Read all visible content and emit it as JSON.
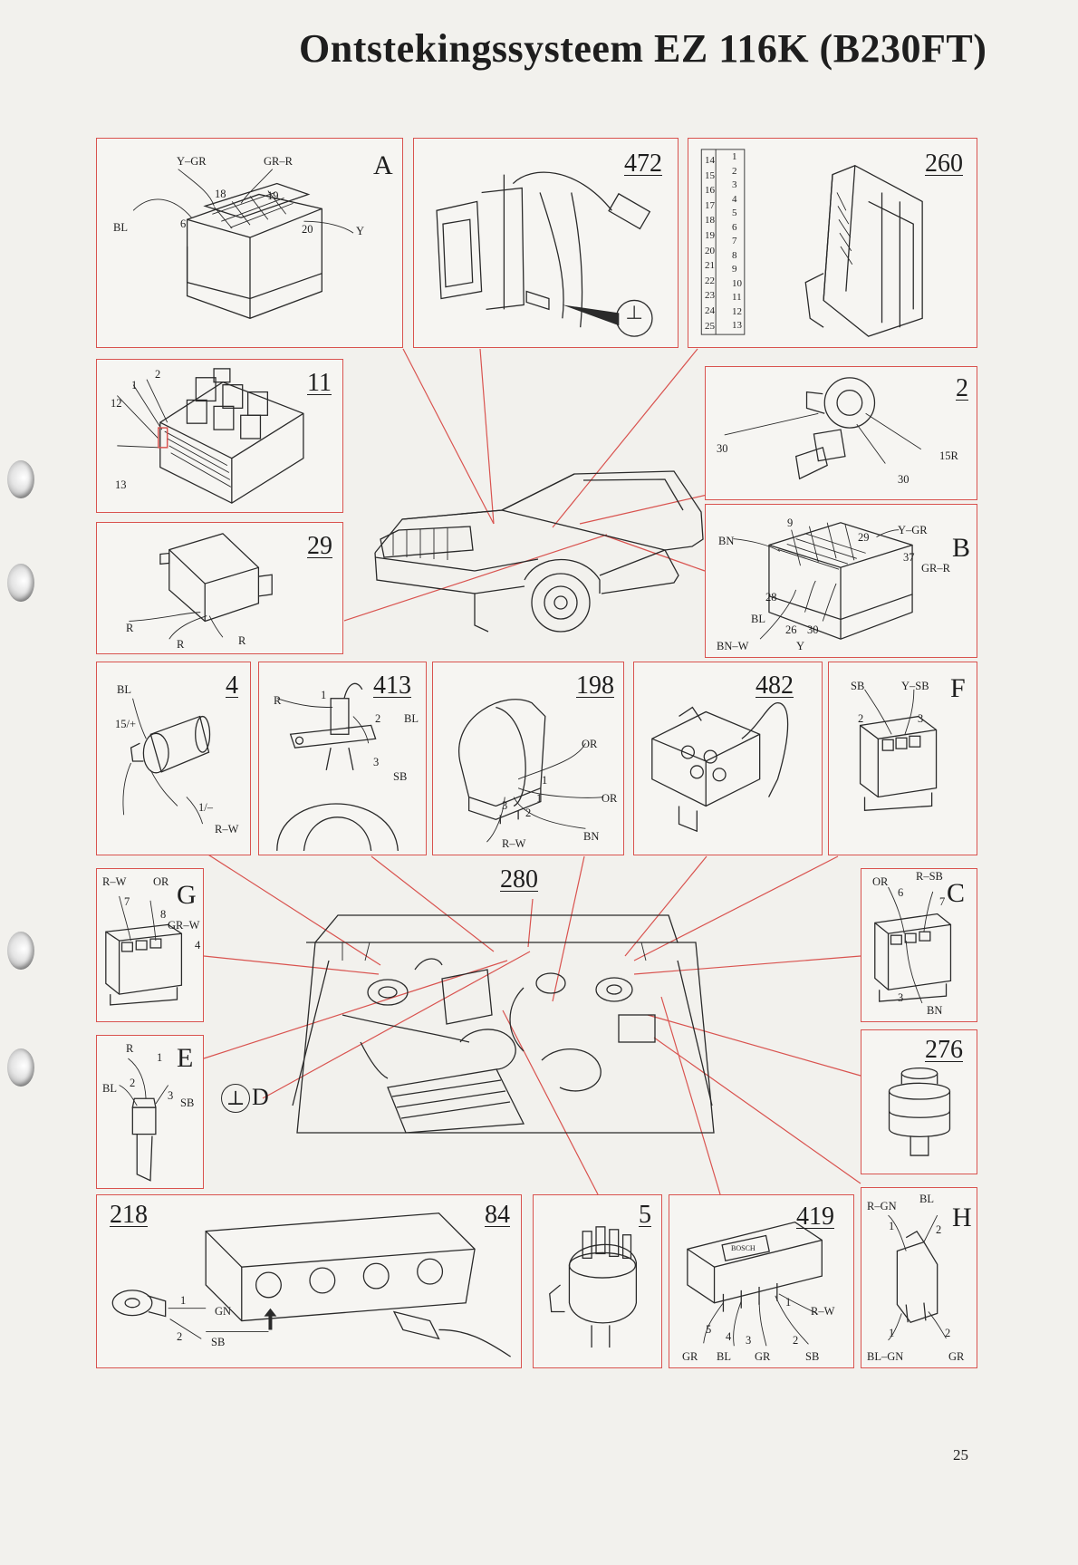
{
  "page": {
    "title": "Ontstekingssysteem EZ 116K (B230FT)",
    "page_number": "25"
  },
  "colors": {
    "leader": "#d9534f",
    "ink": "#2a2a2a",
    "paper": "#f2f1ed"
  },
  "panels": {
    "A": {
      "letter": "A",
      "labels": [
        "Y–GR",
        "GR–R",
        "18",
        "19",
        "BL",
        "6",
        "20",
        "Y"
      ]
    },
    "p472": {
      "number": "472"
    },
    "p260": {
      "number": "260",
      "pins_left": [
        "14",
        "15",
        "16",
        "17",
        "18",
        "19",
        "20",
        "21",
        "22",
        "23",
        "24",
        "25"
      ],
      "pins_right": [
        "1",
        "2",
        "3",
        "4",
        "5",
        "6",
        "7",
        "8",
        "9",
        "10",
        "11",
        "12",
        "13"
      ]
    },
    "p11": {
      "number": "11",
      "labels": [
        "1",
        "2",
        "12",
        "13"
      ]
    },
    "p2": {
      "number": "2",
      "labels": [
        "30",
        "15R",
        "30"
      ]
    },
    "p29": {
      "number": "29",
      "labels": [
        "R",
        "R",
        "R"
      ]
    },
    "B": {
      "letter": "B",
      "labels": [
        "9",
        "BN",
        "29",
        "Y–GR",
        "37",
        "GR–R",
        "28",
        "BL",
        "26",
        "30",
        "BN–W",
        "Y"
      ]
    },
    "p4": {
      "number": "4",
      "labels": [
        "BL",
        "15/+",
        "1/–",
        "R–W"
      ]
    },
    "p413": {
      "number": "413",
      "labels": [
        "R",
        "1",
        "2",
        "BL",
        "3",
        "SB"
      ]
    },
    "p198": {
      "number": "198",
      "labels": [
        "OR",
        "1",
        "1",
        "OR",
        "3",
        "2",
        "R–W",
        "BN"
      ]
    },
    "p482": {
      "number": "482"
    },
    "F": {
      "letter": "F",
      "labels": [
        "SB",
        "Y–SB",
        "2",
        "3"
      ]
    },
    "G": {
      "letter": "G",
      "labels": [
        "R–W",
        "OR",
        "7",
        "8",
        "GR–W",
        "4"
      ]
    },
    "C": {
      "letter": "C",
      "labels": [
        "OR",
        "R–SB",
        "6",
        "7",
        "3",
        "BN"
      ]
    },
    "E": {
      "letter": "E",
      "labels": [
        "R",
        "1",
        "BL",
        "2",
        "3",
        "SB"
      ]
    },
    "p276": {
      "number": "276"
    },
    "p218_84": {
      "number_left": "218",
      "number_right": "84",
      "labels": [
        "1",
        "GN",
        "2",
        "SB"
      ]
    },
    "p5": {
      "number": "5"
    },
    "p419": {
      "number": "419",
      "brand": "BOSCH",
      "labels": [
        "1",
        "R–W",
        "5",
        "4",
        "3",
        "2",
        "GR",
        "BL",
        "GR",
        "SB"
      ]
    },
    "H": {
      "letter": "H",
      "labels": [
        "R–GN",
        "BL",
        "1",
        "2",
        "1",
        "2",
        "BL–GN",
        "GR"
      ]
    }
  },
  "engine_bay": {
    "number": "280",
    "ground_letter": "D",
    "ground_symbol": "⊥"
  }
}
